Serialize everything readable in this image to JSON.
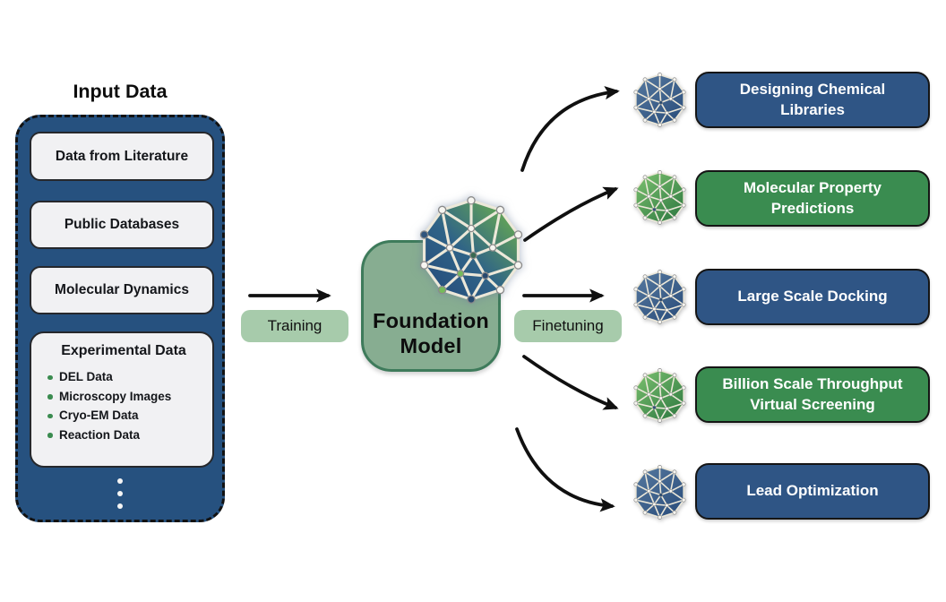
{
  "input_panel": {
    "title": "Input Data",
    "items": [
      "Data from Literature",
      "Public Databases",
      "Molecular Dynamics"
    ],
    "experimental": {
      "title": "Experimental Data",
      "bullets": [
        "DEL Data",
        "Microscopy Images",
        "Cryo-EM Data",
        "Reaction Data"
      ]
    }
  },
  "flow": {
    "training_label": "Training",
    "finetuning_label": "Finetuning"
  },
  "foundation": {
    "title": "Foundation Model"
  },
  "outputs": [
    {
      "label": "Designing Chemical Libraries",
      "color": "blue"
    },
    {
      "label": "Molecular Property Predictions",
      "color": "green"
    },
    {
      "label": "Large Scale Docking",
      "color": "blue"
    },
    {
      "label": "Billion Scale Throughput Virtual Screening",
      "color": "green"
    },
    {
      "label": "Lead Optimization",
      "color": "blue"
    }
  ],
  "colors": {
    "panel_blue": "#26517f",
    "box_blue": "#2f5585",
    "box_green": "#3a8c50",
    "label_light_green": "#a7cbab",
    "foundation_fill": "#87ad91",
    "foundation_border": "#3e7b5b",
    "bullet_green": "#3a8b4f",
    "icon_edge": "#ece8d9",
    "icon_blue_gradient": [
      "#56799f",
      "#2b4e7c"
    ],
    "icon_green_gradient": [
      "#7dc270",
      "#2f7a41"
    ],
    "icon_hub_gradient": [
      "#24497a",
      "#2f6387",
      "#72b748"
    ],
    "arrow_black": "#101010"
  }
}
